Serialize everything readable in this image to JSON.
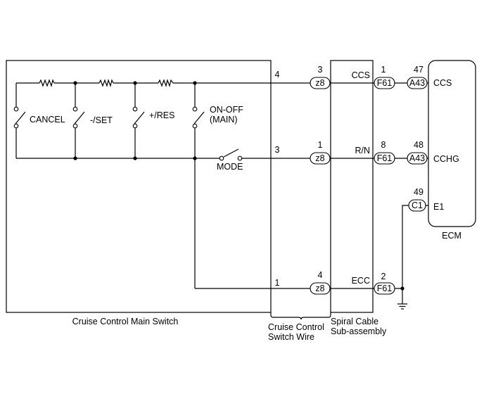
{
  "components": {
    "main_switch": "Cruise Control Main Switch",
    "wire_line1": "Cruise Control",
    "wire_line2": "Switch Wire",
    "spiral_line1": "Spiral Cable",
    "spiral_line2": "Sub-assembly",
    "ecm": "ECM"
  },
  "switches": {
    "cancel": "CANCEL",
    "set": "-/SET",
    "res": "+/RES",
    "onoff_line1": "ON-OFF",
    "onoff_line2": "(MAIN)",
    "mode": "MODE"
  },
  "pins": {
    "main_ccs": "4",
    "main_rn": "3",
    "main_ecc": "1",
    "z8_ccs": "3",
    "z8_rn": "1",
    "z8_ecc": "4",
    "f61_ccs": "1",
    "f61_rn": "8",
    "f61_ecc": "2",
    "a43_ccs": "47",
    "a43_cchg": "48",
    "c1_e1": "49"
  },
  "connectors": {
    "z8": "z8",
    "f61": "F61",
    "a43": "A43",
    "c1": "C1"
  },
  "signals": {
    "ccs": "CCS",
    "rn": "R/N",
    "ecc": "ECC",
    "ecm_ccs": "CCS",
    "ecm_cchg": "CCHG",
    "ecm_e1": "E1"
  }
}
